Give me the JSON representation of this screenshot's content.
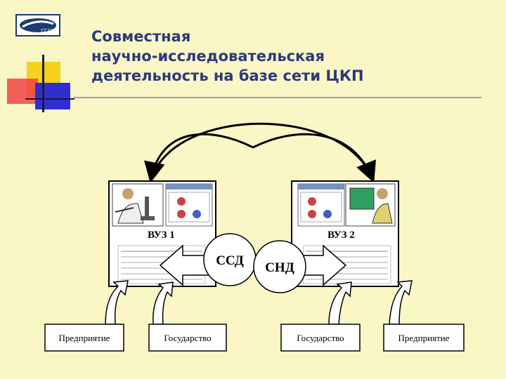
{
  "title": {
    "line1": "Совместная",
    "line2": "научно-исследовательская",
    "line3": "деятельность на базе сети ЦКП"
  },
  "logo": {
    "name": "university-logo",
    "text": "СГАУ"
  },
  "diagram": {
    "university_left": "ВУЗ 1",
    "university_right": "ВУЗ 2",
    "circle_left": "ССД",
    "circle_right": "СНД",
    "box_enterprise_left": "Предприятие",
    "box_state_left": "Государство",
    "box_state_right": "Государство",
    "box_enterprise_right": "Предприятие"
  },
  "colors": {
    "background": "#fbf6c6",
    "title": "#2a3a7a",
    "deco_yellow": "#f5d21c",
    "deco_red": "#ee4444",
    "deco_blue": "#2f2fd0"
  },
  "icons": [
    "scientist-microscope-icon",
    "scientist-computer-icon",
    "calendar-thumbnail",
    "document-thumbnail"
  ]
}
